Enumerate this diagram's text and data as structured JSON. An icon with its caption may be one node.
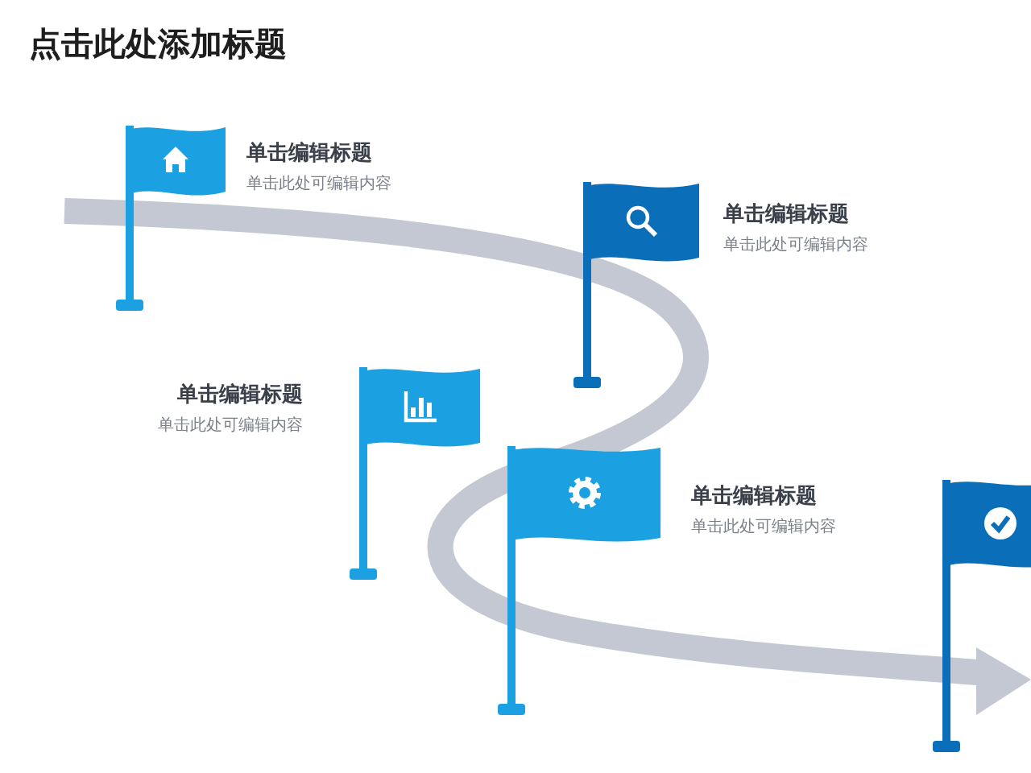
{
  "diagram": {
    "title": "点击此处添加标题",
    "nodes": [
      {
        "text": [],
        "shape": "flag",
        "beside": [
          "单击编辑标题",
          "单击此处可编辑内容"
        ]
      },
      {
        "text": [],
        "shape": "flag",
        "beside": [
          "单击编辑标题",
          "单击此处可编辑内容"
        ]
      },
      {
        "text": [],
        "shape": "flag",
        "beside": [
          "单击编辑标题",
          "单击此处可编辑内容"
        ]
      },
      {
        "text": [],
        "shape": "flag",
        "beside": [
          "单击编辑标题",
          "单击此处可编辑内容"
        ]
      },
      {
        "text": [],
        "shape": "flag"
      }
    ]
  }
}
